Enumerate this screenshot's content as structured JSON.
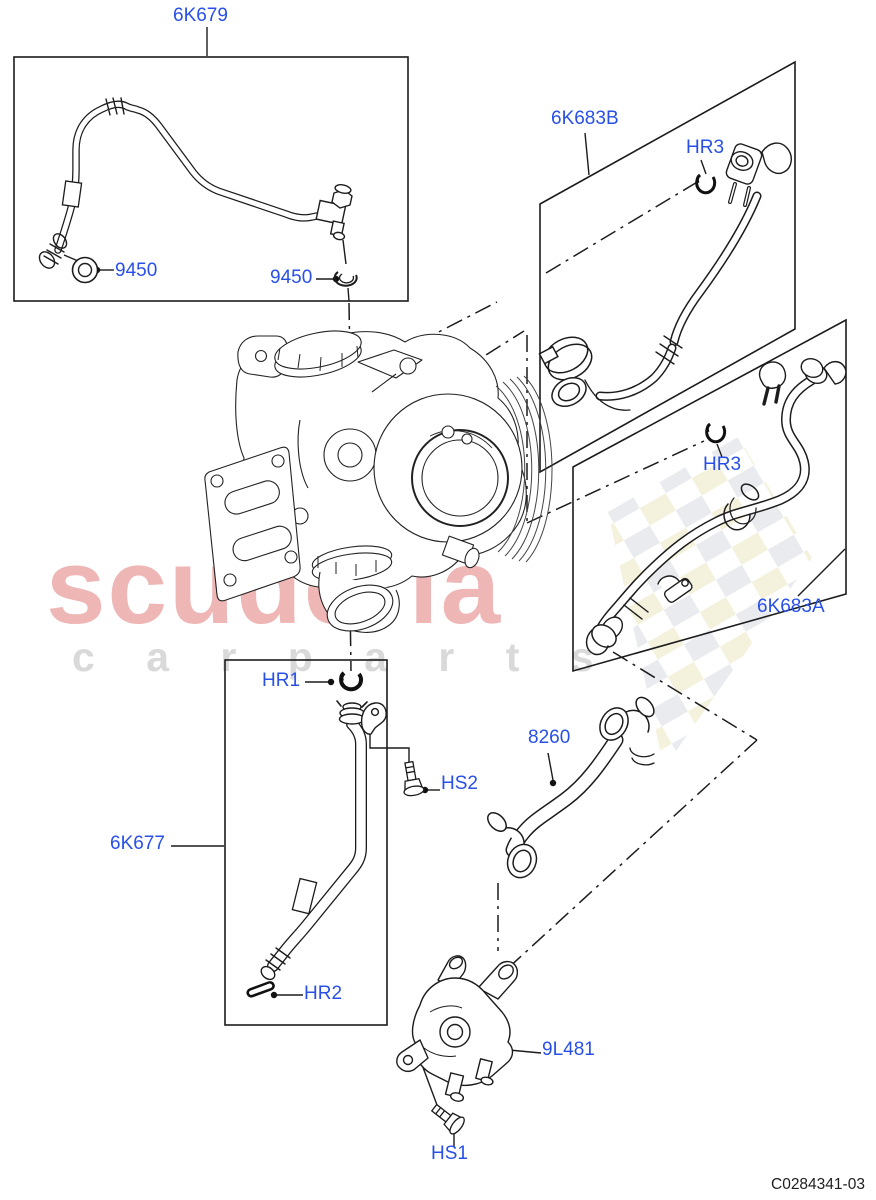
{
  "page": {
    "doc_code": "C0284341-03"
  },
  "watermark": {
    "brand": "scuderia",
    "sub_letters": "c a r p a r t s"
  },
  "labels": {
    "feed_pipe": "6K679",
    "washer_left": "9450",
    "washer_right": "9450",
    "hose_upper": "6K683B",
    "clip_hose_upper": "HR3",
    "hose_lower": "6K683A",
    "clip_hose_lower": "HR3",
    "return_pipe": "6K677",
    "clip_return_top": "HR1",
    "bolt_return": "HS2",
    "gasket_return": "HR2",
    "bypass_hose": "8260",
    "water_outlet": "9L481",
    "bolt_outlet": "HS1"
  },
  "colors": {
    "part_label": "#2850e8",
    "line_art": "#1c1c1c",
    "watermark_brand": "#efb6b6",
    "watermark_sub": "#d9d9d9",
    "checker_cream": "#f3efd8",
    "checker_gray": "#e7e9ec"
  }
}
